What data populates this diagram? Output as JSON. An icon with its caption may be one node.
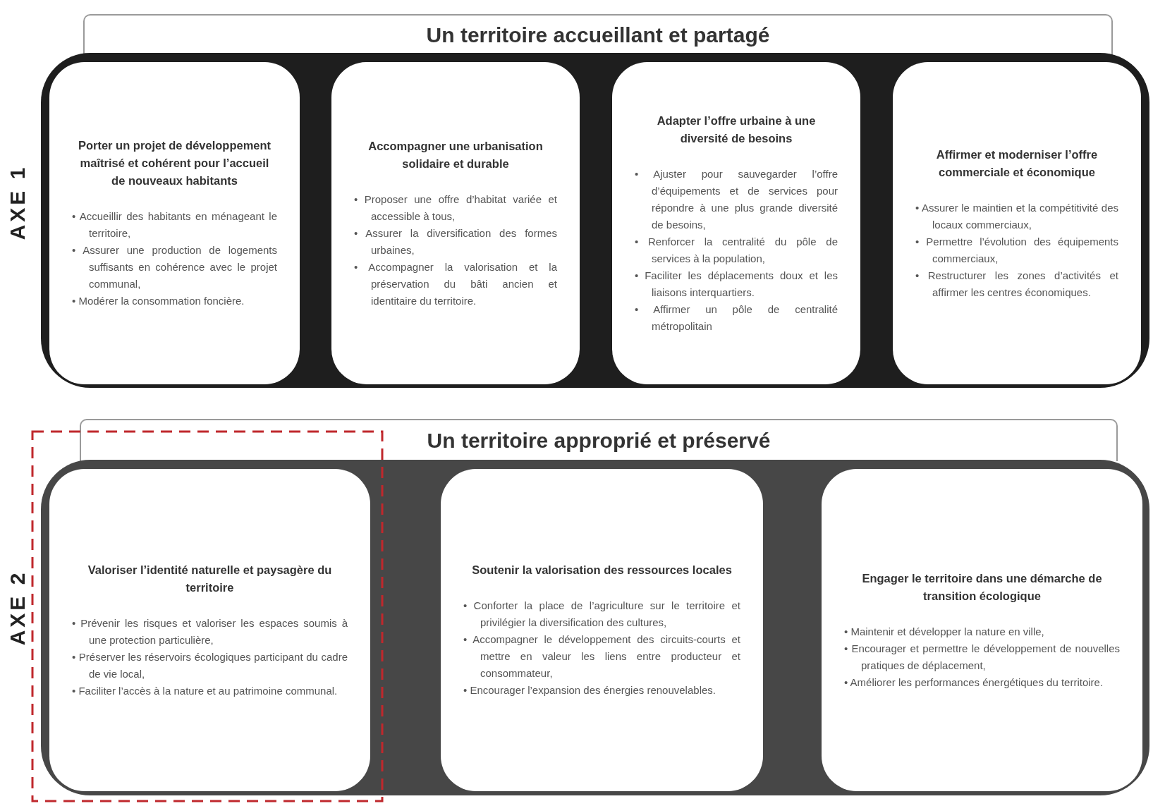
{
  "diagram": {
    "nodes": [
      {
        "text": [
          "Un territoire accueillant et partagé"
        ]
      },
      {
        "text": [],
        "shape": "band"
      },
      {
        "text": [
          "Porter un projet de développement maîtrisé et cohérent pour l’accueil de nouveaux habitants",
          "• Accueillir des habitants en ménageant le territoire,",
          "• Assurer une production de logements suffisants en cohérence avec le projet communal,",
          "• Modérer la consommation foncière."
        ],
        "in": 1
      },
      {
        "text": [
          "Accompagner une urbanisation solidaire et durable",
          "• Proposer une offre d’habitat variée et accessible à tous,",
          "• Assurer la diversification des formes urbaines,",
          "• Accompagner la valorisation et la préservation du bâti ancien et identitaire du territoire."
        ],
        "in": 1
      },
      {
        "text": [
          "Adapter l’offre urbaine à une diversité de besoins",
          "• Ajuster pour sauvegarder l’offre d’équipements et de services pour répondre à une plus grande diversité de besoins,",
          "• Renforcer la centralité du pôle de services à la population,",
          "• Faciliter les déplacements doux et les liaisons interquartiers.",
          "• Affirmer un pôle de centralité métropolitain"
        ],
        "in": 1
      },
      {
        "text": [
          "Affirmer et moderniser l’offre commerciale et économique",
          "• Assurer le maintien et la compétitivité des locaux commerciaux,",
          "• Permettre l’évolution des équipements commerciaux,",
          "• Restructurer les zones d’activités et affirmer les centres économiques."
        ],
        "in": 1
      },
      {
        "text": [
          "Un territoire approprié et préservé"
        ]
      },
      {
        "text": [],
        "shape": "band"
      },
      {
        "text": [
          "Valoriser l’identité naturelle et paysagère du territoire",
          "• Prévenir les risques et valoriser les espaces soumis à une protection particulière,",
          "• Préserver les réservoirs écologiques participant du cadre de vie local,",
          "• Faciliter l’accès à la nature et au patrimoine communal."
        ],
        "in": 7
      },
      {
        "text": [
          "Soutenir la valorisation des ressources locales",
          "• Conforter la place de l’agriculture sur le territoire et privilégier la diversification des cultures,",
          "• Accompagner le développement des circuits-courts et mettre en valeur les liens entre producteur et consommateur,",
          "• Encourager l’expansion des énergies renouvelables."
        ],
        "in": 7
      },
      {
        "text": [
          "Engager le territoire dans une démarche de transition écologique",
          "• Maintenir et développer la nature en ville,",
          "• Encourager et permettre le développement de nouvelles pratiques de déplacement,",
          "• Améliorer les performances énergétiques du territoire."
        ],
        "in": 7
      }
    ],
    "labels": [
      "AXE 1",
      "AXE 2"
    ]
  }
}
